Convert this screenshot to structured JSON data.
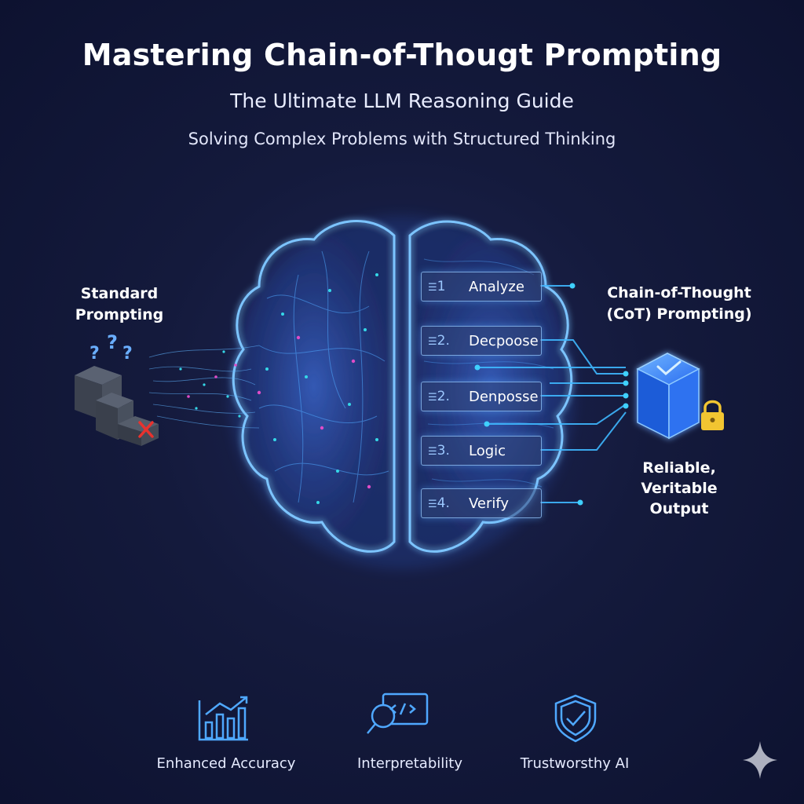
{
  "header": {
    "title": "Mastering Chain-of-Thougt Prompting",
    "subtitle": "The Ultimate LLM Reasoning Guide",
    "tagline": "Solving Complex Problems with Structured Thinking"
  },
  "left": {
    "label_line1": "Standard",
    "label_line2": "Prompting",
    "question_marks": "???",
    "fail_icon": "red-x-icon"
  },
  "steps": [
    {
      "num": "1",
      "name": "Analyze"
    },
    {
      "num": "2.",
      "name": "Decpoose"
    },
    {
      "num": "2.",
      "name": "Denposse"
    },
    {
      "num": "3.",
      "name": "Logic"
    },
    {
      "num": "4.",
      "name": "Verify"
    }
  ],
  "right": {
    "label_line1": "Chain-of-Thought",
    "label_line2": "(CoT) Prompting)",
    "output_line1": "Reliable,",
    "output_line2": "Veritable",
    "output_line3": "Output"
  },
  "features": [
    {
      "label": "Enhanced Accuracy",
      "icon": "bar-chart-icon"
    },
    {
      "label": "Interpretability",
      "icon": "code-magnifier-icon"
    },
    {
      "label": "Trustworsthy AI",
      "icon": "shield-check-icon"
    }
  ],
  "colors": {
    "background": "#141a3c",
    "glow_blue": "#5fb4ff",
    "cyan": "#35d8e8",
    "magenta": "#e04cc8",
    "cube_blue": "#2f7bff",
    "lock_gold": "#f2c531",
    "fail_red": "#e8322e"
  }
}
